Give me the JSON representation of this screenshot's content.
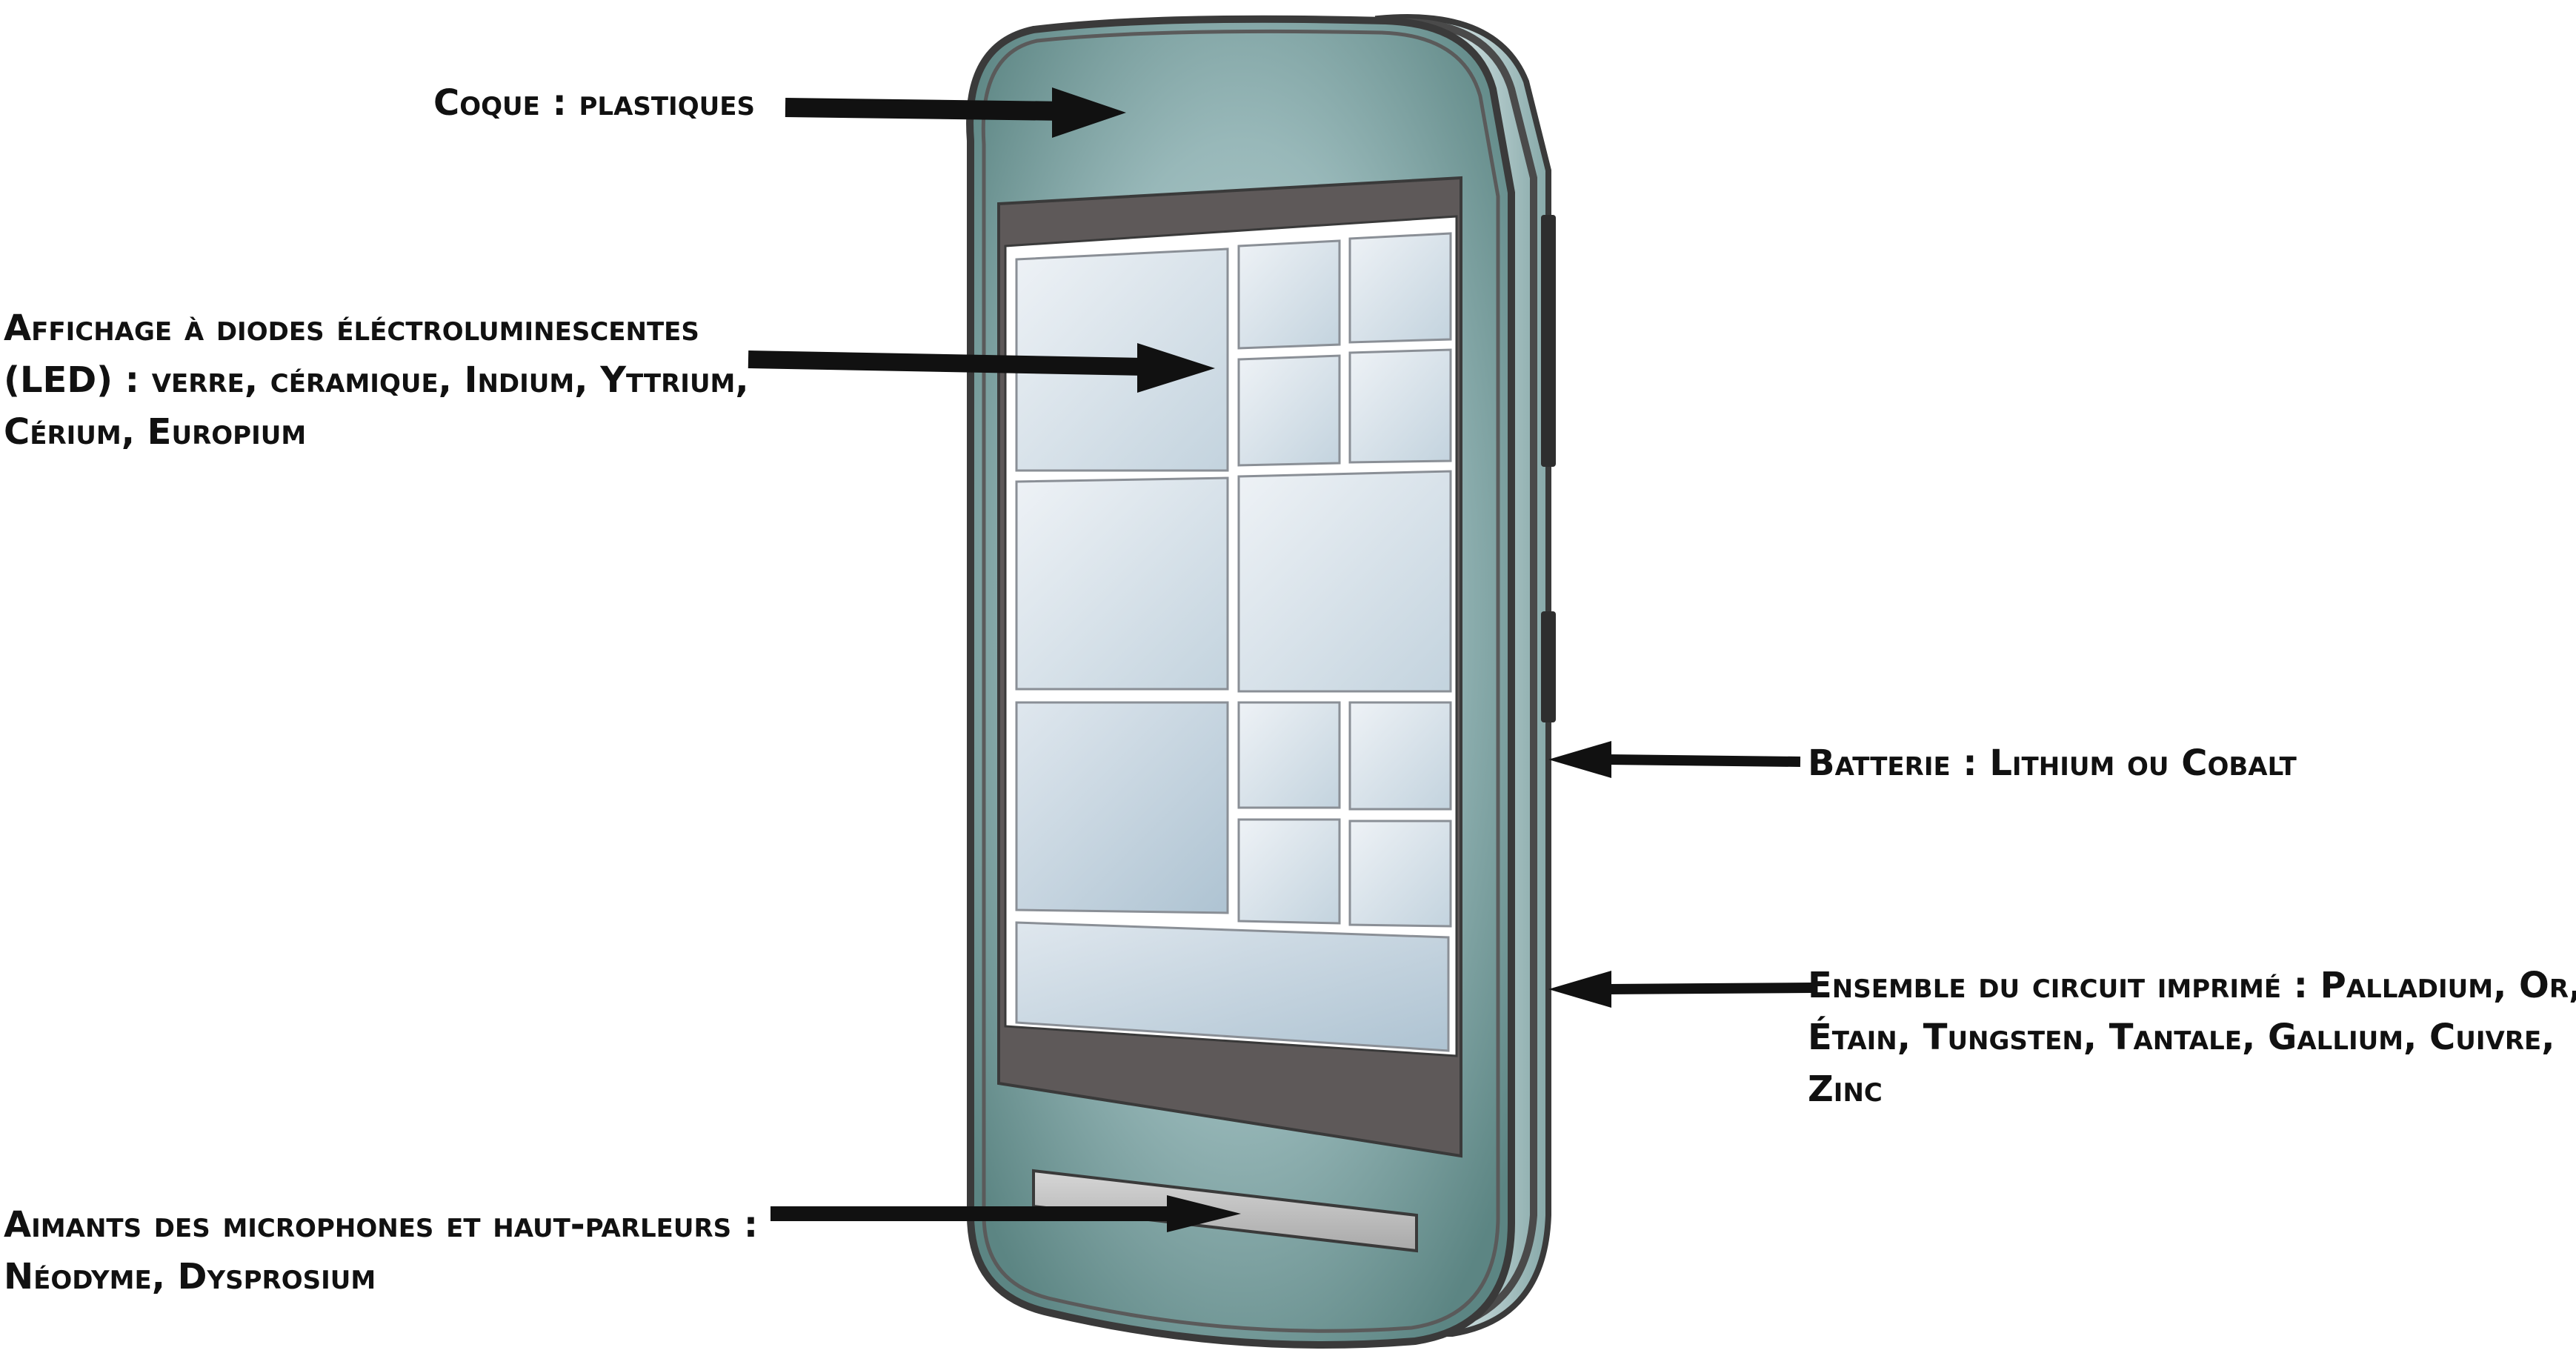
{
  "colors": {
    "body_fill_light": "#b6cfd0",
    "body_fill_dark": "#5f8886",
    "outline": "#3a3a3a",
    "screen_bezel": "#5e5959",
    "screen_bg": "#ffffff",
    "tile_light": "#e4ebf1",
    "tile_dark": "#b9cbd8",
    "arrow": "#111111"
  },
  "labels": {
    "case": [
      "Coque : plastiques"
    ],
    "display": [
      "Affichage à diodes éléctroluminescentes",
      "(LED) : verre, céramique, Indium, Yttrium,",
      "Cérium, Europium"
    ],
    "magnets": [
      "Aimants des microphones et haut-parleurs :",
      "Néodyme, Dysprosium"
    ],
    "battery": [
      "Batterie : Lithium ou Cobalt"
    ],
    "circuit": [
      "Ensemble du circuit imprimé : Palladium, Or,",
      "Étain, Tungsten,  Tantale, Gallium, Cuivre,",
      "Zinc"
    ]
  }
}
